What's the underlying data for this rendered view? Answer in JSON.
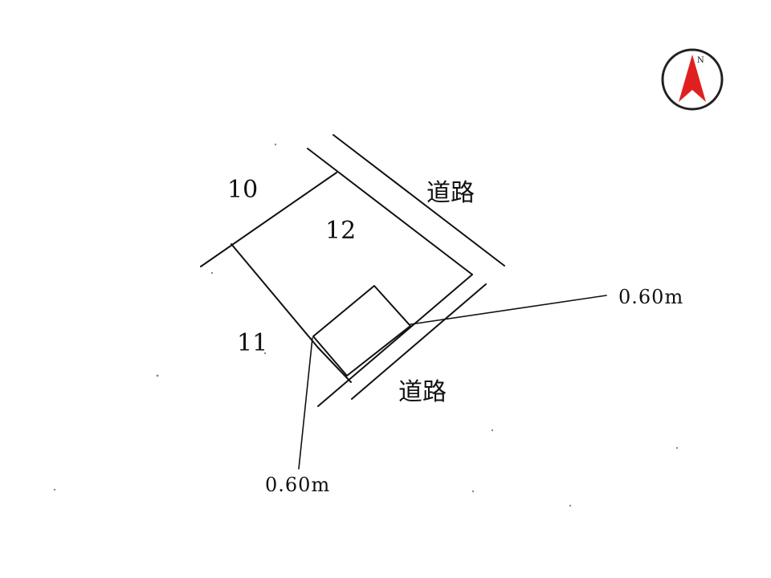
{
  "lots": {
    "lot_10": "10",
    "lot_11": "11",
    "lot_12": "12"
  },
  "roads": {
    "road_east": "道路",
    "road_south": "道路"
  },
  "dimensions": {
    "setback_right": "0.60m",
    "setback_left": "0.60m"
  },
  "compass": {
    "north_label": "N",
    "arrow_color": "#e02020",
    "ring_color": "#222222"
  }
}
